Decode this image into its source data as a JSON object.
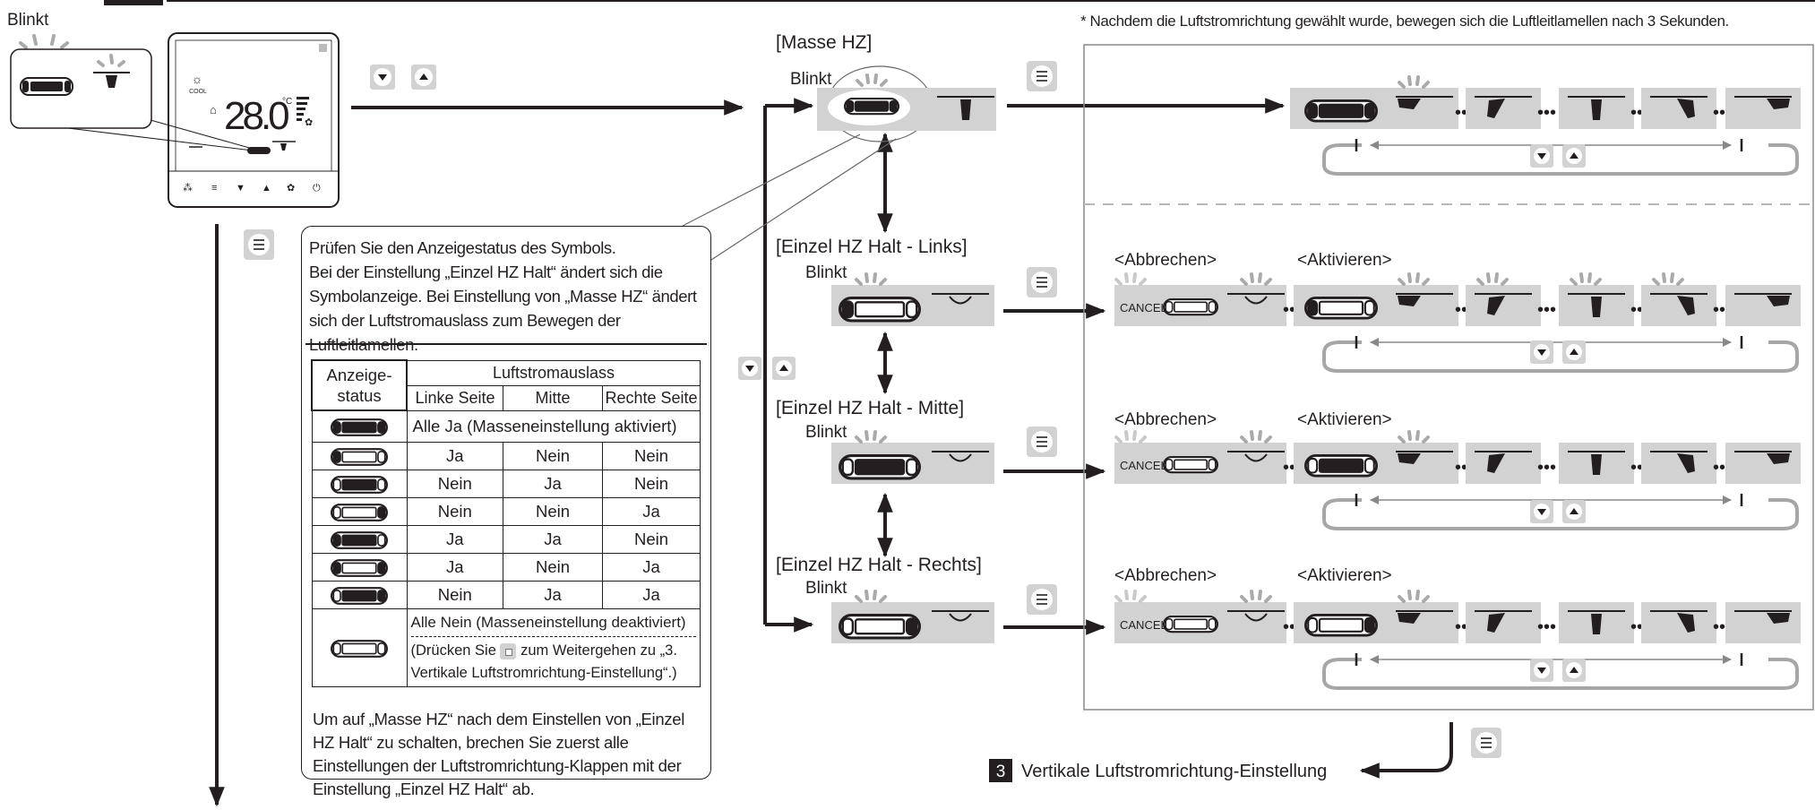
{
  "blink_label": "Blinkt",
  "remote": {
    "mode": "COOL",
    "temperature": "28.0",
    "unit": "°C"
  },
  "top_note": "* Nachdem die Luftstromrichtung gewählt wurde, bewegen sich die Luftleitlamellen nach 3 Sekunden.",
  "modes": [
    {
      "label": "[Masse HZ]"
    },
    {
      "label": "[Einzel HZ Halt - Links]"
    },
    {
      "label": "[Einzel HZ Halt - Mitte]"
    },
    {
      "label": "[Einzel HZ Halt - Rechts]"
    }
  ],
  "cancel_label": "<Abbrechen>",
  "activate_label": "<Aktivieren>",
  "cancel_icon_text": "CANCEL",
  "info": {
    "text": "Prüfen Sie den Anzeigestatus des Symbols.\nBei der Einstellung „Einzel HZ Halt“ ändert sich die Symbolanzeige. Bei Einstellung von „Masse HZ“ ändert sich der Luftstromauslass zum Bewegen der Luftleitlamellen.",
    "table": {
      "header_status": "Anzeige-\nstatus",
      "header_group": "Luftstromauslass",
      "cols": [
        "Linke Seite",
        "Mitte",
        "Rechte Seite"
      ],
      "all_yes": "Alle Ja (Masseneinstellung aktiviert)",
      "rows": [
        [
          "Ja",
          "Nein",
          "Nein"
        ],
        [
          "Nein",
          "Ja",
          "Nein"
        ],
        [
          "Nein",
          "Nein",
          "Ja"
        ],
        [
          "Ja",
          "Ja",
          "Nein"
        ],
        [
          "Ja",
          "Nein",
          "Ja"
        ],
        [
          "Nein",
          "Ja",
          "Ja"
        ]
      ],
      "all_no": "Alle Nein (Masseneinstellung deaktiviert)",
      "note_prefix": "(Drücken Sie",
      "note_suffix": "zum Weitergehen zu „3. Vertikale Luftstromrichtung-Einstellung“.)"
    },
    "footer": "Um auf „Masse HZ“ nach dem Einstellen von „Einzel HZ Halt“ zu schalten, brechen Sie zuerst alle Einstellungen der Luftstromrichtung-Klappen mit der Einstellung „Einzel HZ Halt“ ab."
  },
  "step3": {
    "number": "3",
    "title": "Vertikale Luftstromrichtung-Einstellung"
  },
  "colors": {
    "panel_gray": "#d2d2d2",
    "line": "#231f20",
    "loop_gray": "#a6a6a6",
    "dash_gray": "#b7b7b7"
  }
}
